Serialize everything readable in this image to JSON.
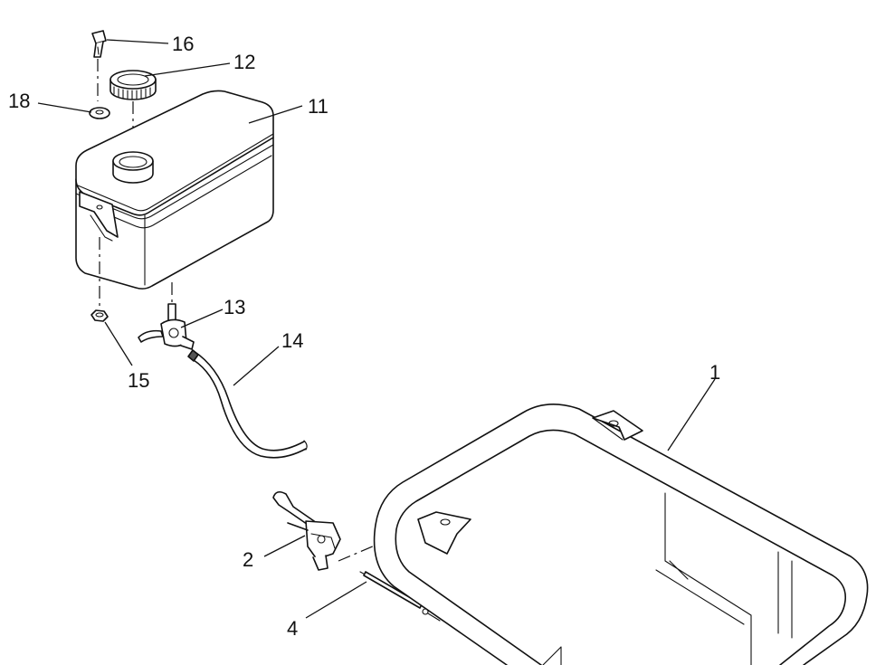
{
  "callouts": [
    {
      "id": "label-16",
      "text": "16"
    },
    {
      "id": "label-12",
      "text": "12"
    },
    {
      "id": "label-18",
      "text": "18"
    },
    {
      "id": "label-11",
      "text": "11"
    },
    {
      "id": "label-13",
      "text": "13"
    },
    {
      "id": "label-14",
      "text": "14"
    },
    {
      "id": "label-15",
      "text": "15"
    },
    {
      "id": "label-1",
      "text": "1"
    },
    {
      "id": "label-2",
      "text": "2"
    },
    {
      "id": "label-4",
      "text": "4"
    }
  ]
}
